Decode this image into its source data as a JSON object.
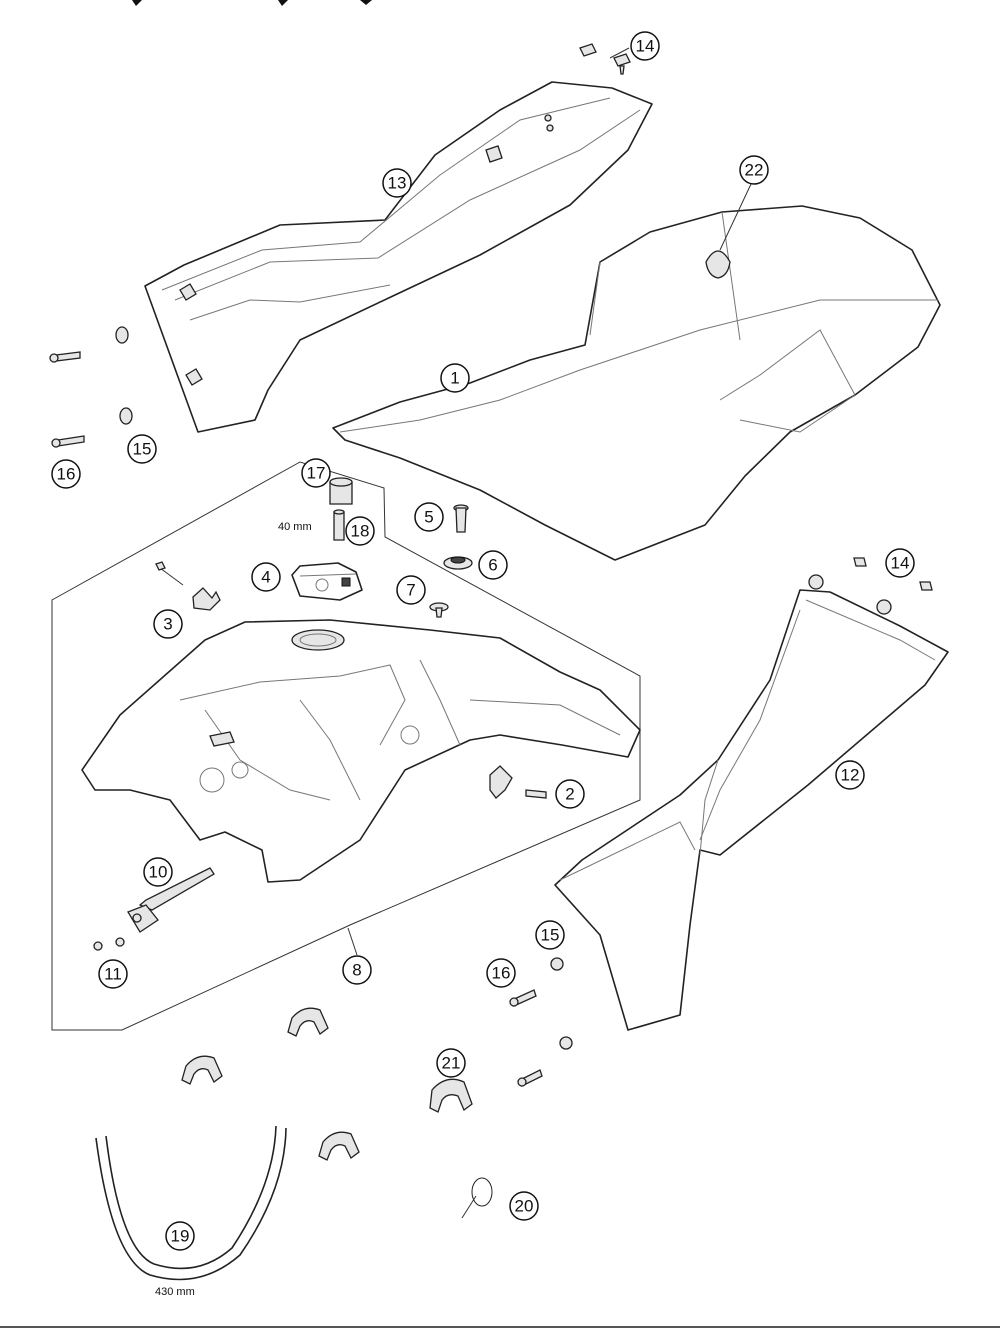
{
  "callouts": {
    "c1": "1",
    "c2": "2",
    "c3": "3",
    "c4": "4",
    "c5": "5",
    "c6": "6",
    "c7": "7",
    "c8": "8",
    "c10": "10",
    "c11": "11",
    "c12": "12",
    "c13": "13",
    "c14a": "14",
    "c14b": "14",
    "c15a": "15",
    "c15b": "15",
    "c16a": "16",
    "c16b": "16",
    "c17": "17",
    "c18": "18",
    "c19": "19",
    "c20": "20",
    "c21": "21",
    "c22": "22"
  },
  "dimensions": {
    "tube_length": "40 mm",
    "hose_length": "430 mm"
  }
}
